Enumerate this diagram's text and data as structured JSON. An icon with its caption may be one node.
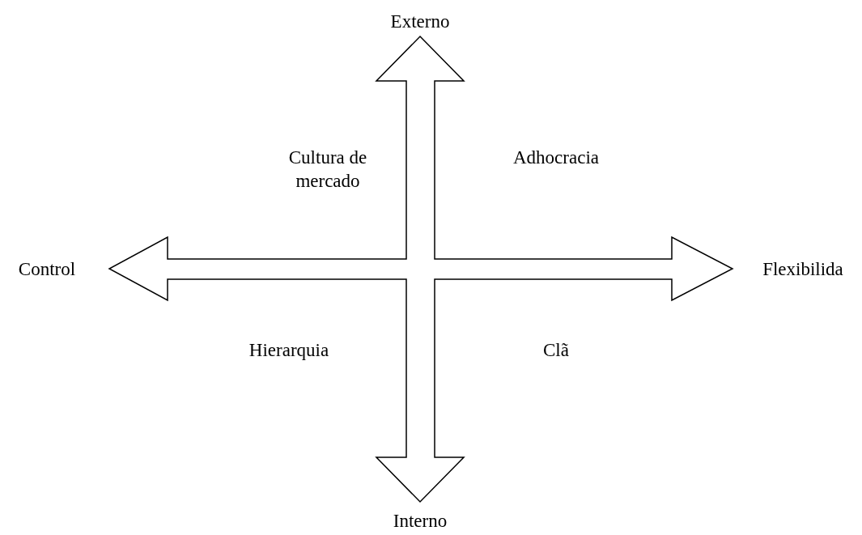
{
  "diagram": {
    "labels": [
      "Externo",
      "Cultura de mercado",
      "Adhocracia",
      "Control",
      "Flexibilida",
      "Hierarquia",
      "Clã",
      "Interno"
    ]
  }
}
